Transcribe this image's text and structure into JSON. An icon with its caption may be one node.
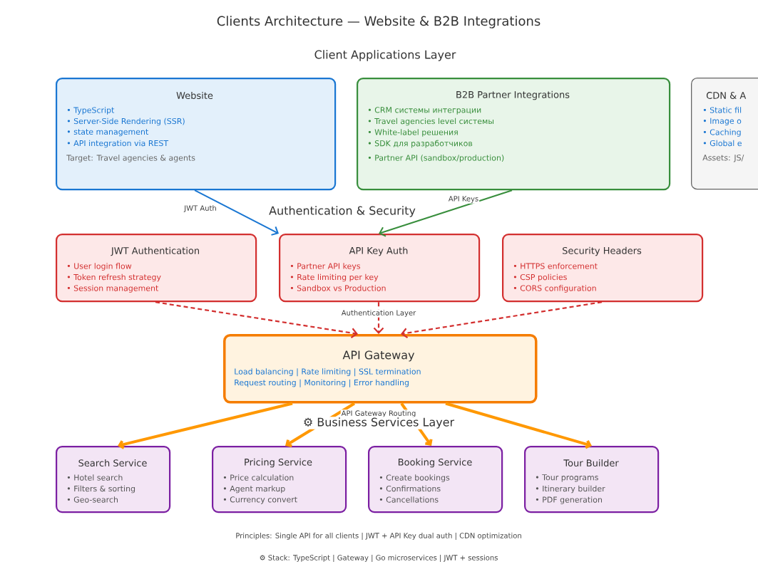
{
  "diagram": {
    "title": "Clients Architecture — Website & B2B Integrations",
    "nodes": [
      {
        "text": [
          "Website",
          "• TypeScript",
          "• Server-Side Rendering (SSR)",
          "• state management",
          "• API integration via REST",
          "Target: Travel agencies & agents"
        ]
      },
      {
        "text": [
          "B2B Partner Integrations",
          "• CRM системы интеграции",
          "• Travel agencies level системы",
          "• White-label решения",
          "• SDK для разработчиков",
          "• Partner API (sandbox/production)"
        ]
      },
      {
        "text": [
          "CDN & A",
          "• Static fil",
          "• Image o",
          "• Caching",
          "• Global e",
          "Assets: JS/"
        ]
      },
      {
        "text": [
          "JWT Authentication",
          "• User login flow",
          "• Token refresh strategy",
          "• Session management"
        ]
      },
      {
        "text": [
          "API Key Auth",
          "• Partner API keys",
          "• Rate limiting per key",
          "• Sandbox vs Production"
        ]
      },
      {
        "text": [
          "Security Headers",
          "• HTTPS enforcement",
          "• CSP policies",
          "• CORS configuration"
        ]
      },
      {
        "text": [
          "API Gateway",
          "Load balancing | Rate limiting | SSL termination",
          "Request routing | Monitoring | Error handling"
        ]
      },
      {
        "text": [
          "Search Service",
          "• Hotel search",
          "• Filters & sorting",
          "• Geo-search"
        ]
      },
      {
        "text": [
          "Pricing Service",
          "• Price calculation",
          "• Agent markup",
          "• Currency convert"
        ]
      },
      {
        "text": [
          "Booking Service",
          "• Create bookings",
          "• Confirmations",
          "• Cancellations"
        ]
      },
      {
        "text": [
          "Tour Builder",
          "• Tour programs",
          "• Itinerary builder",
          "• PDF generation"
        ]
      }
    ],
    "edges": [
      {
        "from": 0,
        "to": 4,
        "arrow": "to",
        "label": "JWT Auth",
        "color": "#1976d2"
      },
      {
        "from": 1,
        "to": 4,
        "arrow": "to",
        "label": "API Keys",
        "color": "#388e3c"
      },
      {
        "from": 3,
        "to": 6,
        "arrow": "to",
        "style": "dashed",
        "color": "#d32f2f"
      },
      {
        "from": 4,
        "to": 6,
        "arrow": "to",
        "label": "Authentication Layer",
        "style": "dashed",
        "color": "#d32f2f"
      },
      {
        "from": 5,
        "to": 6,
        "arrow": "to",
        "style": "dashed",
        "color": "#d32f2f"
      },
      {
        "from": 6,
        "to": 7,
        "arrow": "to",
        "style": "thick"
      },
      {
        "from": 6,
        "to": 8,
        "arrow": "to",
        "label": "API Gateway Routing",
        "style": "thick"
      },
      {
        "from": 6,
        "to": 9,
        "arrow": "to",
        "style": "thick"
      },
      {
        "from": 6,
        "to": 10,
        "arrow": "to",
        "style": "thick"
      }
    ],
    "labels": [
      "Client Applications Layer",
      "Authentication & Security",
      "⚙ Business Services Layer",
      "Principles: Single API for all clients | JWT + API Key dual auth | CDN optimization",
      "⚙ Stack: TypeScript | Gateway | Go microservices | JWT + sessions"
    ]
  }
}
